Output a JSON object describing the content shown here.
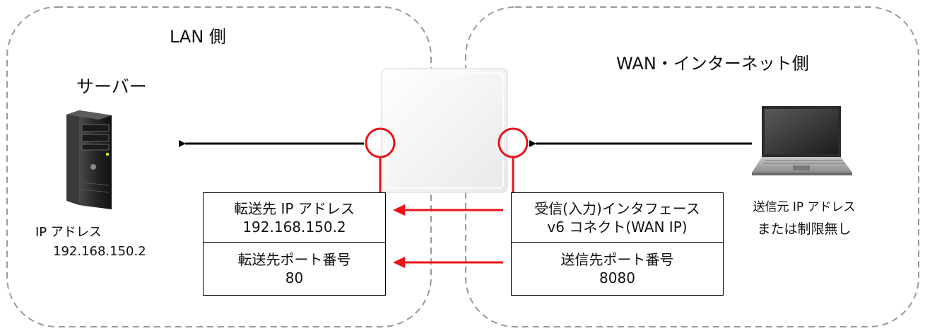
{
  "zones": {
    "lan": {
      "title": "LAN 側"
    },
    "wan": {
      "title": "WAN・インターネット側"
    }
  },
  "server": {
    "title": "サーバー",
    "ip_label": "IP アドレス",
    "ip_value": "192.168.150.2"
  },
  "forward_box": {
    "row1_line1": "転送先 IP アドレス",
    "row1_line2": "192.168.150.2",
    "row2_line1": "転送先ポート番号",
    "row2_line2": "80"
  },
  "receive_box": {
    "row1_line1": "受信(入力)インタフェース",
    "row1_line2": "v6 コネクト(WAN IP)",
    "row2_line1": "送信先ポート番号",
    "row2_line2": "8080"
  },
  "sender": {
    "line1": "送信元 IP アドレス",
    "line2": "または制限無し"
  },
  "colors": {
    "zone_border": "#9a9a9a",
    "arrow": "#000000",
    "highlight": "#e8141a",
    "router": "#f3f3f3"
  }
}
